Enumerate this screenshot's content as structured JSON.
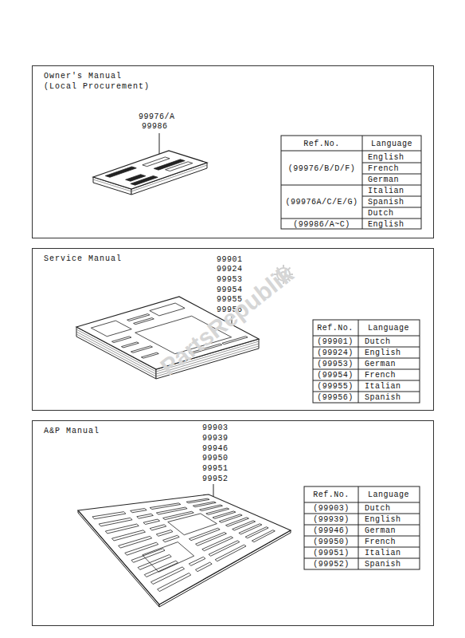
{
  "diagram": {
    "nodes": [
      {
        "text": [
          "Owner's Manual (Local Procurement)"
        ]
      },
      {
        "text": [
          "Service Manual"
        ]
      },
      {
        "text": [
          "A&P Manual"
        ]
      }
    ],
    "labels": [
      "99976/A",
      "99986",
      "Ref.No.",
      "Language",
      "(99976/B/D/F)",
      "English",
      "French",
      "German",
      "(99976A/C/E/G)",
      "Italian",
      "Spanish",
      "Dutch",
      "(99986/A~C)",
      "English",
      "99901",
      "99924",
      "99953",
      "99954",
      "99955",
      "99956",
      "Ref.No.",
      "Language",
      "(99901)",
      "Dutch",
      "(99924)",
      "English",
      "(99953)",
      "German",
      "(99954)",
      "French",
      "(99955)",
      "Italian",
      "(99956)",
      "Spanish",
      "99903",
      "99939",
      "99946",
      "99950",
      "99951",
      "99952",
      "Ref.No.",
      "Language",
      "(99903)",
      "Dutch",
      "(99939)",
      "English",
      "(99946)",
      "German",
      "(99950)",
      "French",
      "(99951)",
      "Italian",
      "(99952)",
      "Spanish",
      "PartsRepublik"
    ]
  }
}
